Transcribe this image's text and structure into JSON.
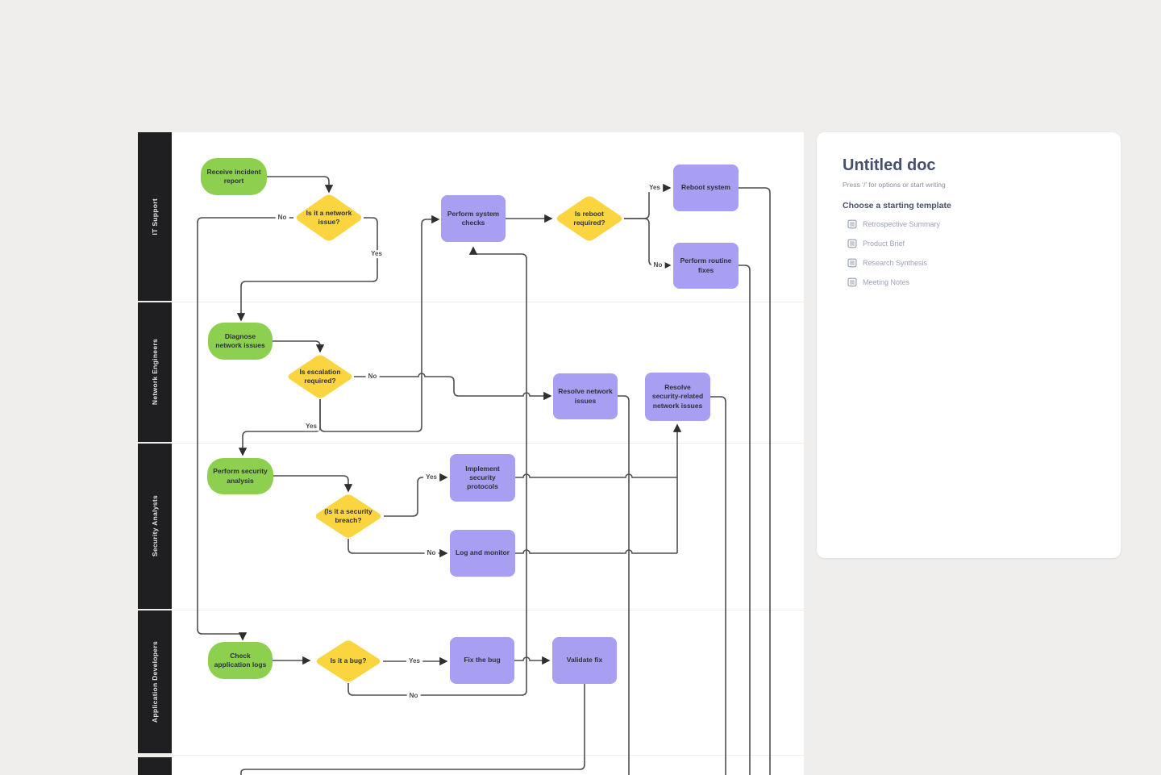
{
  "canvas": {
    "lanes": [
      {
        "label": "IT Support"
      },
      {
        "label": "Network Engineers"
      },
      {
        "label": "Security Analysts"
      },
      {
        "label": "Application Developers"
      },
      {
        "label": ""
      }
    ],
    "nodes": [
      {
        "id": "receive-incident-report",
        "type": "start",
        "label": "Receive incident report"
      },
      {
        "id": "is-it-a-network-issue",
        "type": "decision",
        "label": "Is it a network issue?"
      },
      {
        "id": "perform-system-checks",
        "type": "process",
        "label": "Perform system checks"
      },
      {
        "id": "is-reboot-required",
        "type": "decision",
        "label": "Is reboot required?"
      },
      {
        "id": "reboot-system",
        "type": "process",
        "label": "Reboot system"
      },
      {
        "id": "perform-routine-fixes",
        "type": "process",
        "label": "Perform routine fixes"
      },
      {
        "id": "diagnose-network-issues",
        "type": "start",
        "label": "Diagnose network issues"
      },
      {
        "id": "is-escalation-required",
        "type": "decision",
        "label": "Is escalation required?"
      },
      {
        "id": "resolve-network-issues",
        "type": "process",
        "label": "Resolve network issues"
      },
      {
        "id": "resolve-security-related-network-issues",
        "type": "process",
        "label": "Resolve security-related network issues"
      },
      {
        "id": "perform-security-analysis",
        "type": "start",
        "label": "Perform security analysis"
      },
      {
        "id": "is-it-a-security-breach",
        "type": "decision",
        "label": "(Is it a security breach?"
      },
      {
        "id": "implement-security-protocols",
        "type": "process",
        "label": "Implement security protocols"
      },
      {
        "id": "log-and-monitor",
        "type": "process",
        "label": "Log and monitor"
      },
      {
        "id": "check-application-logs",
        "type": "start",
        "label": "Check application logs"
      },
      {
        "id": "is-it-a-bug",
        "type": "decision",
        "label": "Is it a bug?"
      },
      {
        "id": "fix-the-bug",
        "type": "process",
        "label": "Fix the bug"
      },
      {
        "id": "validate-fix",
        "type": "process",
        "label": "Validate fix"
      }
    ],
    "edge_labels": [
      {
        "text": "No"
      },
      {
        "text": "Yes"
      },
      {
        "text": "No"
      },
      {
        "text": "Yes"
      },
      {
        "text": "Yes"
      },
      {
        "text": "No"
      },
      {
        "text": "Yes"
      },
      {
        "text": "No"
      },
      {
        "text": "Yes"
      },
      {
        "text": "No"
      }
    ],
    "colors": {
      "start_node": "#8dd04f",
      "decision_node": "#fad53f",
      "process_node": "#a89ef2",
      "connector": "#4e4e50",
      "lane_label_bg": "#1f1f21",
      "canvas_bg": "#ffffff",
      "page_bg": "#efeeed"
    }
  },
  "doc_panel": {
    "title": "Untitled doc",
    "hint": "Press ‘/’ for options or start writing",
    "templates_heading": "Choose a starting template",
    "templates": [
      {
        "label": "Retrospective Summary"
      },
      {
        "label": "Product Brief"
      },
      {
        "label": "Research Synthesis"
      },
      {
        "label": "Meeting Notes"
      }
    ]
  }
}
